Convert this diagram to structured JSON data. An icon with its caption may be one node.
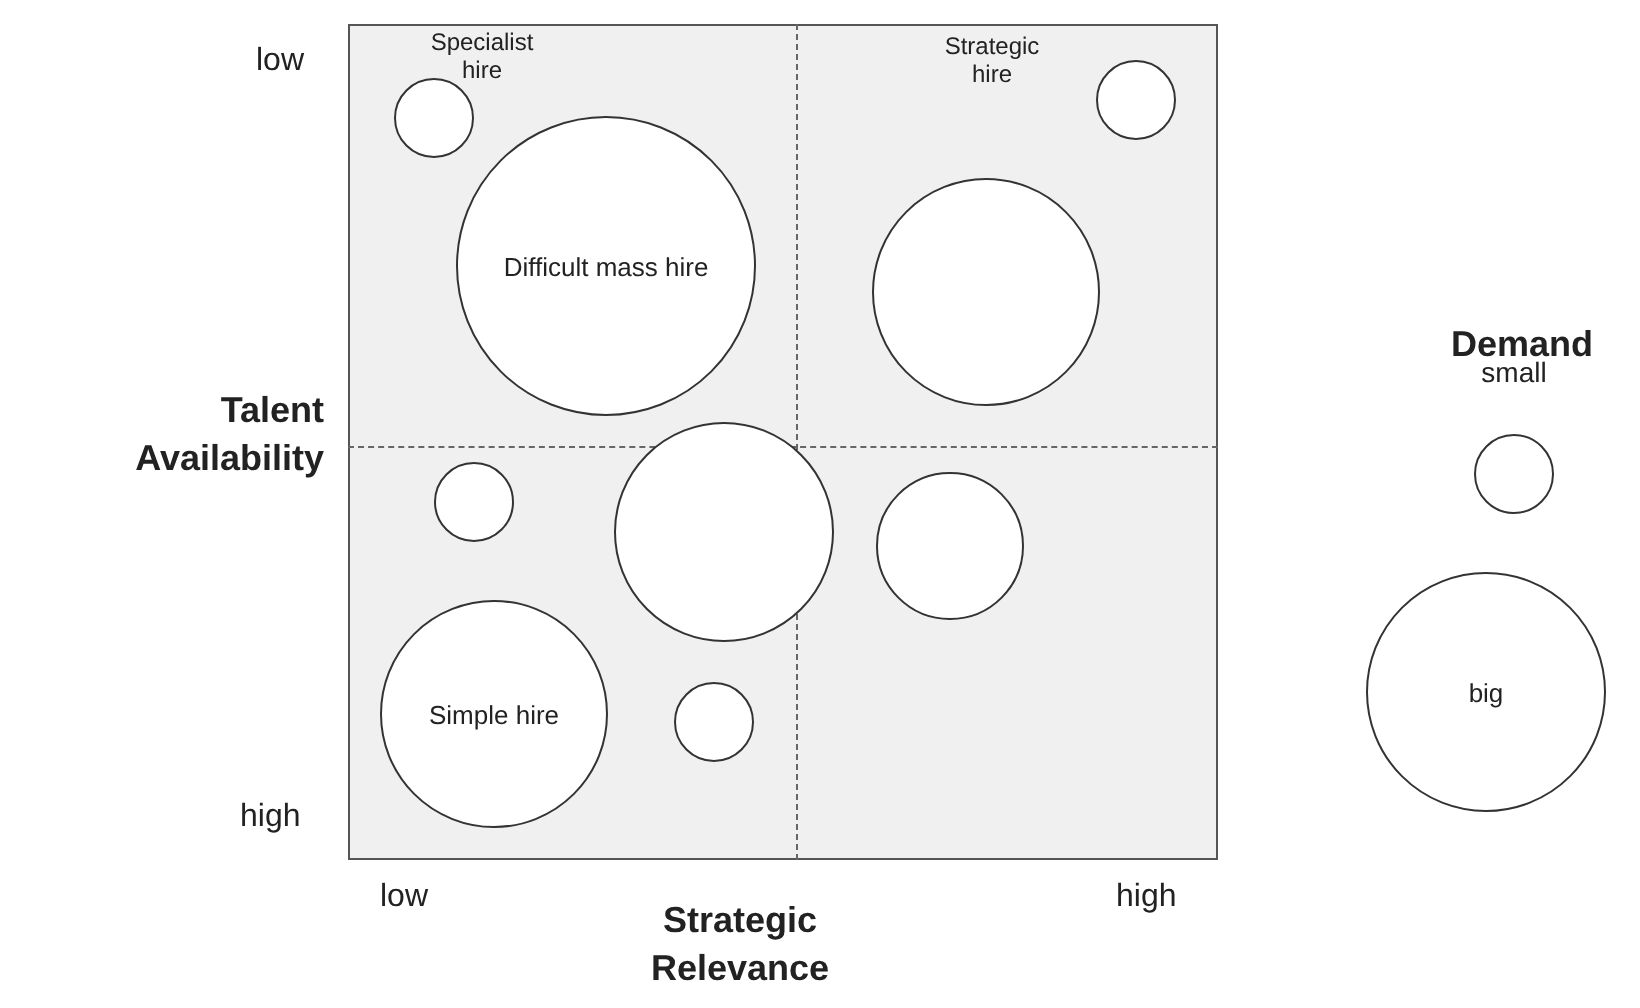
{
  "diagram": {
    "nodes": [
      {
        "text": [],
        "shape": "circle",
        "beside": [
          "Specialist hire"
        ]
      },
      {
        "text": [],
        "shape": "circle",
        "beside": [
          "Strategic hire"
        ]
      },
      {
        "text": [
          "Difficult mass hire"
        ]
      },
      {
        "text": [],
        "shape": "circle"
      },
      {
        "text": [],
        "shape": "circle"
      },
      {
        "text": [],
        "shape": "circle"
      },
      {
        "text": [],
        "shape": "circle"
      },
      {
        "text": [
          "Simple hire"
        ]
      },
      {
        "text": [],
        "shape": "circle"
      },
      {
        "text": [],
        "shape": "circle",
        "beside": [
          "small"
        ]
      },
      {
        "text": [
          "big"
        ]
      }
    ],
    "edges": [],
    "labels": [
      "low",
      "Demand",
      "Talent Availability",
      "high",
      "low",
      "high",
      "Strategic Relevance"
    ]
  }
}
